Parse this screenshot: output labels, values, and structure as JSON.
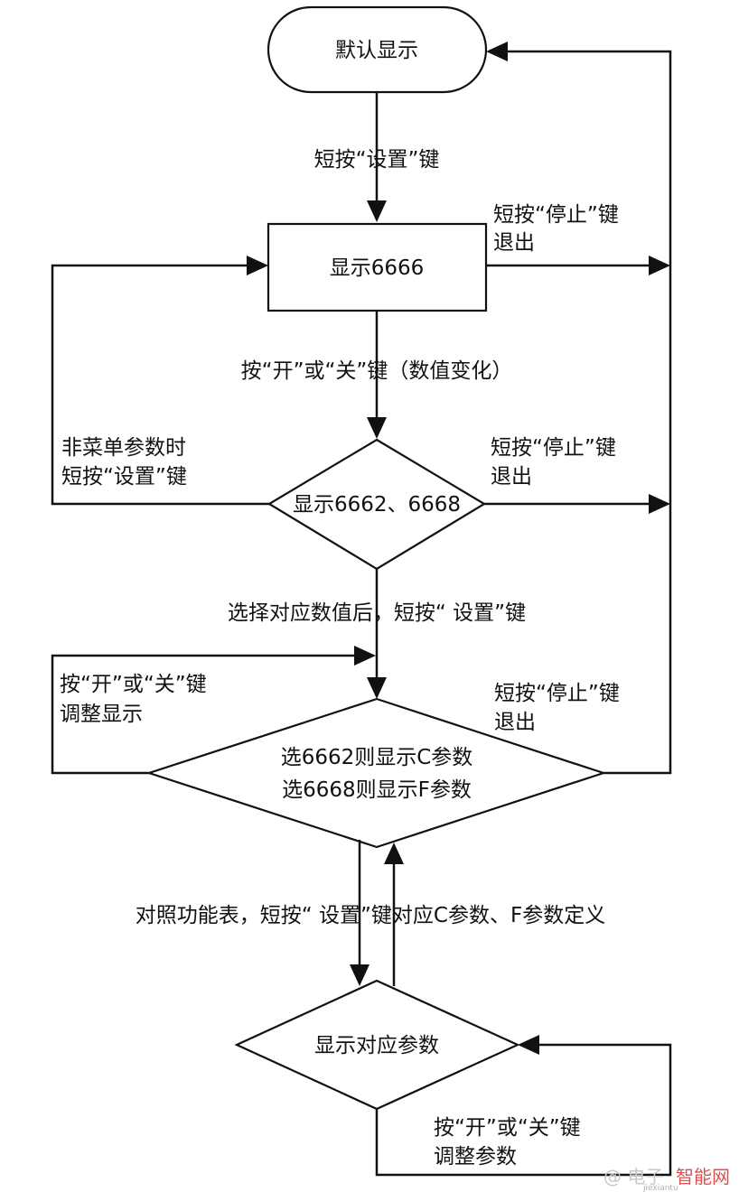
{
  "nodes": {
    "default_display": "默认显示",
    "display_6666": "显示6666",
    "display_6662_6668": "显示6662、6668",
    "select_line1": "选6662则显示C参数",
    "select_line2": "选6668则显示F参数",
    "display_params": "显示对应参数"
  },
  "edges": {
    "press_set": "短按“设置”键",
    "stop_exit_1_line1": "短按“停止”键",
    "stop_exit_1_line2": "退出",
    "open_close_value": "按“开”或“关”键（数值变化）",
    "non_menu_line1": "非菜单参数时",
    "non_menu_line2": "短按“设置”键",
    "stop_exit_2_line1": "短按“停止”键",
    "stop_exit_2_line2": "退出",
    "select_value_set": "选择对应数值后，短按“ 设置”键",
    "adjust_display_line1": "按“开”或“关”键",
    "adjust_display_line2": "调整显示",
    "stop_exit_3_line1": "短按“停止”键",
    "stop_exit_3_line2": "退出",
    "function_table": "对照功能表，短按“ 设置”键对应C参数、F参数定义",
    "adjust_params_line1": "按“开”或“关”键",
    "adjust_params_line2": "调整参数"
  },
  "watermark": {
    "text_main": "@ 电子",
    "text_red": "智能网",
    "text_small": "jiexiantu"
  }
}
